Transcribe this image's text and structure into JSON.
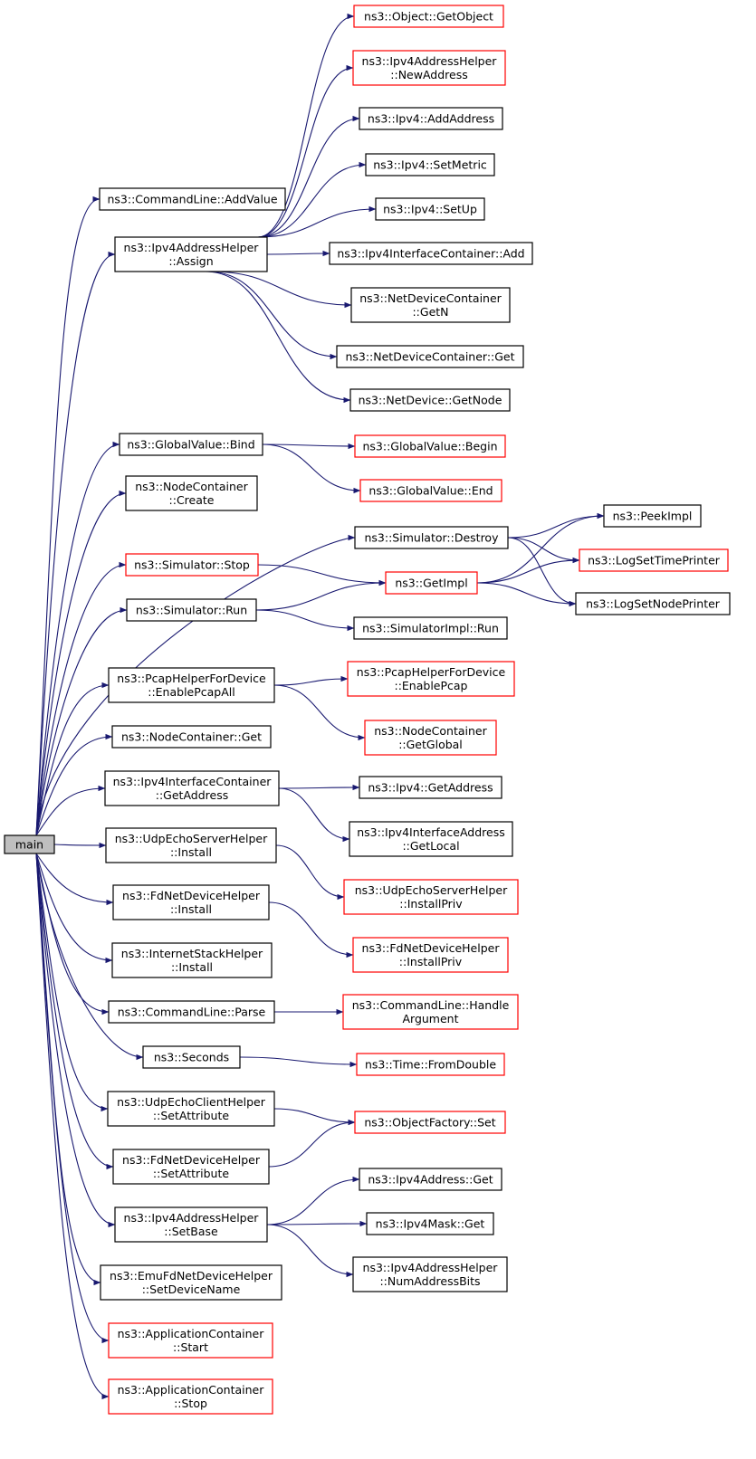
{
  "colors": {
    "edge": "#191970",
    "border_default": "#000000",
    "border_truncated": "#ff0000",
    "root_fill": "#bfbfbf",
    "node_fill": "#ffffff"
  },
  "nodes": [
    {
      "id": "main",
      "lines": [
        "main"
      ],
      "style": "root"
    },
    {
      "id": "cl_addvalue",
      "lines": [
        "ns3::CommandLine::AddValue"
      ],
      "style": "default"
    },
    {
      "id": "ipv4ah_assign",
      "lines": [
        "ns3::Ipv4AddressHelper",
        "::Assign"
      ],
      "style": "default"
    },
    {
      "id": "gv_bind",
      "lines": [
        "ns3::GlobalValue::Bind"
      ],
      "style": "default"
    },
    {
      "id": "nc_create",
      "lines": [
        "ns3::NodeContainer",
        "::Create"
      ],
      "style": "default"
    },
    {
      "id": "sim_destroy",
      "lines": [
        "ns3::Simulator::Destroy"
      ],
      "style": "default"
    },
    {
      "id": "sim_stop",
      "lines": [
        "ns3::Simulator::Stop"
      ],
      "style": "truncated"
    },
    {
      "id": "sim_run",
      "lines": [
        "ns3::Simulator::Run"
      ],
      "style": "default"
    },
    {
      "id": "pcap_all",
      "lines": [
        "ns3::PcapHelperForDevice",
        "::EnablePcapAll"
      ],
      "style": "default"
    },
    {
      "id": "nc_get",
      "lines": [
        "ns3::NodeContainer::Get"
      ],
      "style": "default"
    },
    {
      "id": "ipv4ic_getaddr",
      "lines": [
        "ns3::Ipv4InterfaceContainer",
        "::GetAddress"
      ],
      "style": "default"
    },
    {
      "id": "ues_install",
      "lines": [
        "ns3::UdpEchoServerHelper",
        "::Install"
      ],
      "style": "default"
    },
    {
      "id": "fdnd_install",
      "lines": [
        "ns3::FdNetDeviceHelper",
        "::Install"
      ],
      "style": "default"
    },
    {
      "id": "ish_install",
      "lines": [
        "ns3::InternetStackHelper",
        "::Install"
      ],
      "style": "default"
    },
    {
      "id": "cl_parse",
      "lines": [
        "ns3::CommandLine::Parse"
      ],
      "style": "default"
    },
    {
      "id": "seconds",
      "lines": [
        "ns3::Seconds"
      ],
      "style": "default"
    },
    {
      "id": "uec_setattr",
      "lines": [
        "ns3::UdpEchoClientHelper",
        "::SetAttribute"
      ],
      "style": "default"
    },
    {
      "id": "fdnd_setattr",
      "lines": [
        "ns3::FdNetDeviceHelper",
        "::SetAttribute"
      ],
      "style": "default"
    },
    {
      "id": "ipv4ah_setbase",
      "lines": [
        "ns3::Ipv4AddressHelper",
        "::SetBase"
      ],
      "style": "default"
    },
    {
      "id": "emufd_setdev",
      "lines": [
        "ns3::EmuFdNetDeviceHelper",
        "::SetDeviceName"
      ],
      "style": "default"
    },
    {
      "id": "ac_start",
      "lines": [
        "ns3::ApplicationContainer",
        "::Start"
      ],
      "style": "truncated"
    },
    {
      "id": "ac_stop",
      "lines": [
        "ns3::ApplicationContainer",
        "::Stop"
      ],
      "style": "truncated"
    },
    {
      "id": "obj_getobject",
      "lines": [
        "ns3::Object::GetObject"
      ],
      "style": "truncated"
    },
    {
      "id": "ipv4ah_newaddr",
      "lines": [
        "ns3::Ipv4AddressHelper",
        "::NewAddress"
      ],
      "style": "truncated"
    },
    {
      "id": "ipv4_addaddr",
      "lines": [
        "ns3::Ipv4::AddAddress"
      ],
      "style": "default"
    },
    {
      "id": "ipv4_setmetric",
      "lines": [
        "ns3::Ipv4::SetMetric"
      ],
      "style": "default"
    },
    {
      "id": "ipv4_setup",
      "lines": [
        "ns3::Ipv4::SetUp"
      ],
      "style": "default"
    },
    {
      "id": "ipv4ic_add",
      "lines": [
        "ns3::Ipv4InterfaceContainer::Add"
      ],
      "style": "default"
    },
    {
      "id": "ndc_getn",
      "lines": [
        "ns3::NetDeviceContainer",
        "::GetN"
      ],
      "style": "default"
    },
    {
      "id": "ndc_get",
      "lines": [
        "ns3::NetDeviceContainer::Get"
      ],
      "style": "default"
    },
    {
      "id": "nd_getnode",
      "lines": [
        "ns3::NetDevice::GetNode"
      ],
      "style": "default"
    },
    {
      "id": "gv_begin",
      "lines": [
        "ns3::GlobalValue::Begin"
      ],
      "style": "truncated"
    },
    {
      "id": "gv_end",
      "lines": [
        "ns3::GlobalValue::End"
      ],
      "style": "truncated"
    },
    {
      "id": "getimpl",
      "lines": [
        "ns3::GetImpl"
      ],
      "style": "truncated"
    },
    {
      "id": "simimpl_run",
      "lines": [
        "ns3::SimulatorImpl::Run"
      ],
      "style": "default"
    },
    {
      "id": "pcap_enable",
      "lines": [
        "ns3::PcapHelperForDevice",
        "::EnablePcap"
      ],
      "style": "truncated"
    },
    {
      "id": "nc_getglobal",
      "lines": [
        "ns3::NodeContainer",
        "::GetGlobal"
      ],
      "style": "truncated"
    },
    {
      "id": "ipv4_getaddr",
      "lines": [
        "ns3::Ipv4::GetAddress"
      ],
      "style": "default"
    },
    {
      "id": "ipv4ia_getlocal",
      "lines": [
        "ns3::Ipv4InterfaceAddress",
        "::GetLocal"
      ],
      "style": "default"
    },
    {
      "id": "ues_installpriv",
      "lines": [
        "ns3::UdpEchoServerHelper",
        "::InstallPriv"
      ],
      "style": "truncated"
    },
    {
      "id": "fdnd_installpriv",
      "lines": [
        "ns3::FdNetDeviceHelper",
        "::InstallPriv"
      ],
      "style": "truncated"
    },
    {
      "id": "cl_handlearg",
      "lines": [
        "ns3::CommandLine::Handle",
        "Argument"
      ],
      "style": "truncated"
    },
    {
      "id": "time_fromdouble",
      "lines": [
        "ns3::Time::FromDouble"
      ],
      "style": "truncated"
    },
    {
      "id": "of_set",
      "lines": [
        "ns3::ObjectFactory::Set"
      ],
      "style": "truncated"
    },
    {
      "id": "ipv4addr_get",
      "lines": [
        "ns3::Ipv4Address::Get"
      ],
      "style": "default"
    },
    {
      "id": "ipv4mask_get",
      "lines": [
        "ns3::Ipv4Mask::Get"
      ],
      "style": "default"
    },
    {
      "id": "ipv4ah_numbits",
      "lines": [
        "ns3::Ipv4AddressHelper",
        "::NumAddressBits"
      ],
      "style": "default"
    },
    {
      "id": "peekimpl",
      "lines": [
        "ns3::PeekImpl"
      ],
      "style": "default"
    },
    {
      "id": "log_timeprinter",
      "lines": [
        "ns3::LogSetTimePrinter"
      ],
      "style": "truncated"
    },
    {
      "id": "log_nodeprinter",
      "lines": [
        "ns3::LogSetNodePrinter"
      ],
      "style": "default"
    }
  ],
  "edges": [
    [
      "main",
      "cl_addvalue"
    ],
    [
      "main",
      "ipv4ah_assign"
    ],
    [
      "main",
      "gv_bind"
    ],
    [
      "main",
      "nc_create"
    ],
    [
      "main",
      "sim_destroy"
    ],
    [
      "main",
      "sim_stop"
    ],
    [
      "main",
      "sim_run"
    ],
    [
      "main",
      "pcap_all"
    ],
    [
      "main",
      "nc_get"
    ],
    [
      "main",
      "ipv4ic_getaddr"
    ],
    [
      "main",
      "ues_install"
    ],
    [
      "main",
      "fdnd_install"
    ],
    [
      "main",
      "ish_install"
    ],
    [
      "main",
      "cl_parse"
    ],
    [
      "main",
      "seconds"
    ],
    [
      "main",
      "uec_setattr"
    ],
    [
      "main",
      "fdnd_setattr"
    ],
    [
      "main",
      "ipv4ah_setbase"
    ],
    [
      "main",
      "emufd_setdev"
    ],
    [
      "main",
      "ac_start"
    ],
    [
      "main",
      "ac_stop"
    ],
    [
      "ipv4ah_assign",
      "obj_getobject"
    ],
    [
      "ipv4ah_assign",
      "ipv4ah_newaddr"
    ],
    [
      "ipv4ah_assign",
      "ipv4_addaddr"
    ],
    [
      "ipv4ah_assign",
      "ipv4_setmetric"
    ],
    [
      "ipv4ah_assign",
      "ipv4_setup"
    ],
    [
      "ipv4ah_assign",
      "ipv4ic_add"
    ],
    [
      "ipv4ah_assign",
      "ndc_getn"
    ],
    [
      "ipv4ah_assign",
      "ndc_get"
    ],
    [
      "ipv4ah_assign",
      "nd_getnode"
    ],
    [
      "gv_bind",
      "gv_begin"
    ],
    [
      "gv_bind",
      "gv_end"
    ],
    [
      "sim_destroy",
      "peekimpl"
    ],
    [
      "sim_destroy",
      "log_timeprinter"
    ],
    [
      "sim_destroy",
      "log_nodeprinter"
    ],
    [
      "sim_stop",
      "getimpl"
    ],
    [
      "sim_run",
      "getimpl"
    ],
    [
      "sim_run",
      "simimpl_run"
    ],
    [
      "getimpl",
      "peekimpl"
    ],
    [
      "getimpl",
      "log_timeprinter"
    ],
    [
      "getimpl",
      "log_nodeprinter"
    ],
    [
      "pcap_all",
      "pcap_enable"
    ],
    [
      "pcap_all",
      "nc_getglobal"
    ],
    [
      "ipv4ic_getaddr",
      "ipv4_getaddr"
    ],
    [
      "ipv4ic_getaddr",
      "ipv4ia_getlocal"
    ],
    [
      "ues_install",
      "ues_installpriv"
    ],
    [
      "fdnd_install",
      "fdnd_installpriv"
    ],
    [
      "cl_parse",
      "cl_handlearg"
    ],
    [
      "seconds",
      "time_fromdouble"
    ],
    [
      "uec_setattr",
      "of_set"
    ],
    [
      "fdnd_setattr",
      "of_set"
    ],
    [
      "ipv4ah_setbase",
      "ipv4addr_get"
    ],
    [
      "ipv4ah_setbase",
      "ipv4mask_get"
    ],
    [
      "ipv4ah_setbase",
      "ipv4ah_numbits"
    ]
  ]
}
